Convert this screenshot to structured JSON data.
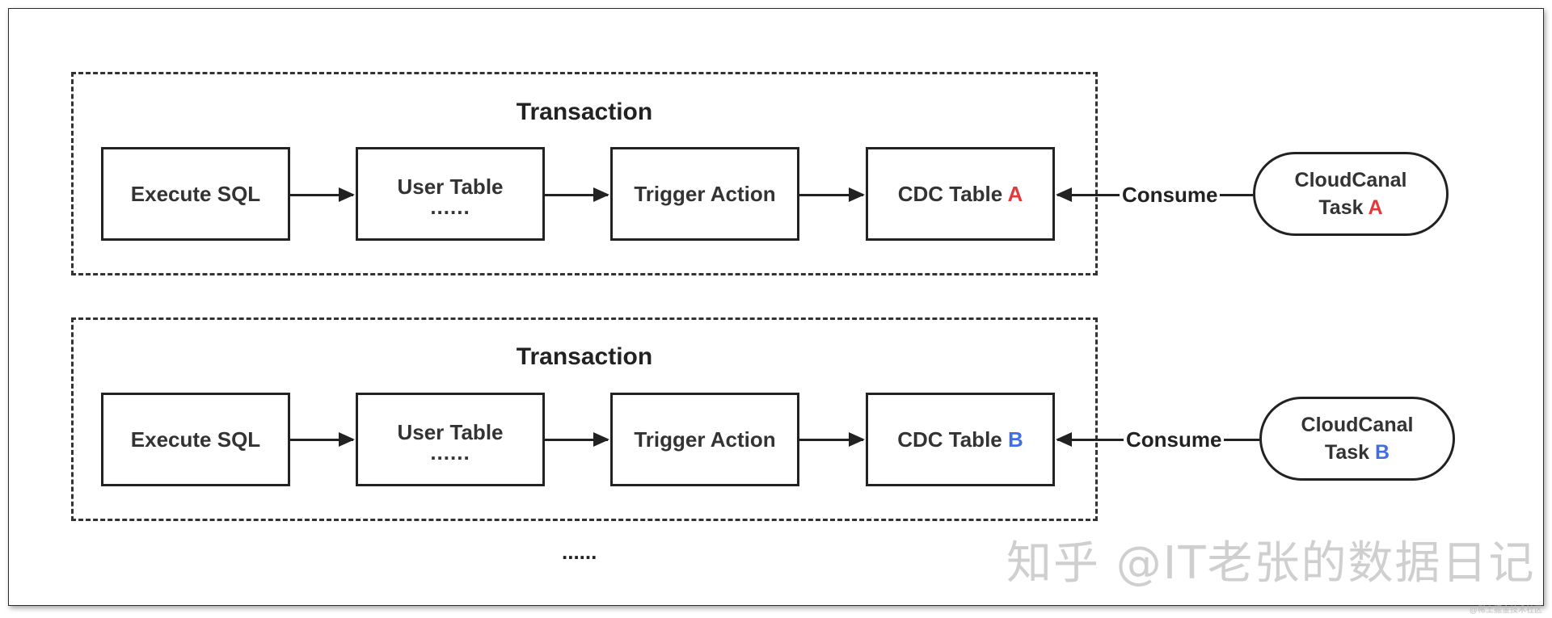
{
  "rows": [
    {
      "title": "Transaction",
      "execute": "Execute SQL",
      "user_table": "User Table",
      "user_table_dots": "......",
      "trigger": "Trigger Action",
      "cdc_prefix": "CDC Table ",
      "cdc_letter": "A",
      "consume": "Consume",
      "task_line1": "CloudCanal",
      "task_prefix": "Task ",
      "task_letter": "A",
      "accent_color": "#e23a3a"
    },
    {
      "title": "Transaction",
      "execute": "Execute SQL",
      "user_table": "User Table",
      "user_table_dots": "......",
      "trigger": "Trigger Action",
      "cdc_prefix": "CDC Table ",
      "cdc_letter": "B",
      "consume": "Consume",
      "task_line1": "CloudCanal",
      "task_prefix": "Task ",
      "task_letter": "B",
      "accent_color": "#3f6fe0"
    }
  ],
  "more": "......",
  "watermark": "知乎 @IT老张的数据日记",
  "credit": "@稀土掘金技术社区"
}
